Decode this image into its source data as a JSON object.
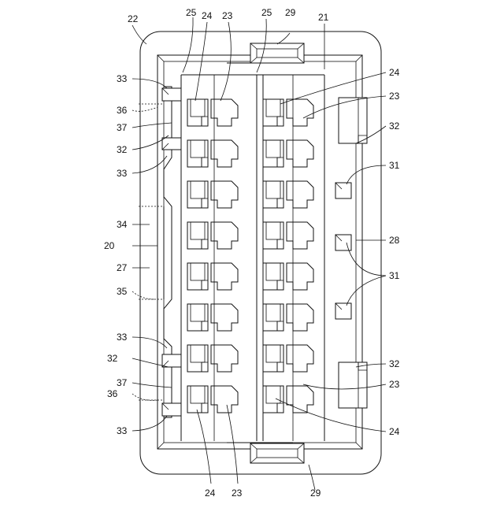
{
  "figure": {
    "labels": [
      {
        "id": "l22",
        "text": "22"
      },
      {
        "id": "l25a",
        "text": "25"
      },
      {
        "id": "l24a",
        "text": "24"
      },
      {
        "id": "l23a",
        "text": "23"
      },
      {
        "id": "l25b",
        "text": "25"
      },
      {
        "id": "l29a",
        "text": "29"
      },
      {
        "id": "l21",
        "text": "21"
      },
      {
        "id": "l24b",
        "text": "24"
      },
      {
        "id": "l23b",
        "text": "23"
      },
      {
        "id": "l32a",
        "text": "32"
      },
      {
        "id": "l31a",
        "text": "31"
      },
      {
        "id": "l28",
        "text": "28"
      },
      {
        "id": "l31b",
        "text": "31"
      },
      {
        "id": "l32b",
        "text": "32"
      },
      {
        "id": "l23c",
        "text": "23"
      },
      {
        "id": "l24c",
        "text": "24"
      },
      {
        "id": "l29b",
        "text": "29"
      },
      {
        "id": "l23d",
        "text": "23"
      },
      {
        "id": "l24d",
        "text": "24"
      },
      {
        "id": "l33a",
        "text": "33"
      },
      {
        "id": "l36a",
        "text": "36"
      },
      {
        "id": "l37a",
        "text": "37"
      },
      {
        "id": "l32c",
        "text": "32"
      },
      {
        "id": "l33b",
        "text": "33"
      },
      {
        "id": "l34",
        "text": "34"
      },
      {
        "id": "l20",
        "text": "20"
      },
      {
        "id": "l27",
        "text": "27"
      },
      {
        "id": "l35",
        "text": "35"
      },
      {
        "id": "l33c",
        "text": "33"
      },
      {
        "id": "l32d",
        "text": "32"
      },
      {
        "id": "l37b",
        "text": "37"
      },
      {
        "id": "l36b",
        "text": "36"
      },
      {
        "id": "l33d",
        "text": "33"
      }
    ]
  }
}
